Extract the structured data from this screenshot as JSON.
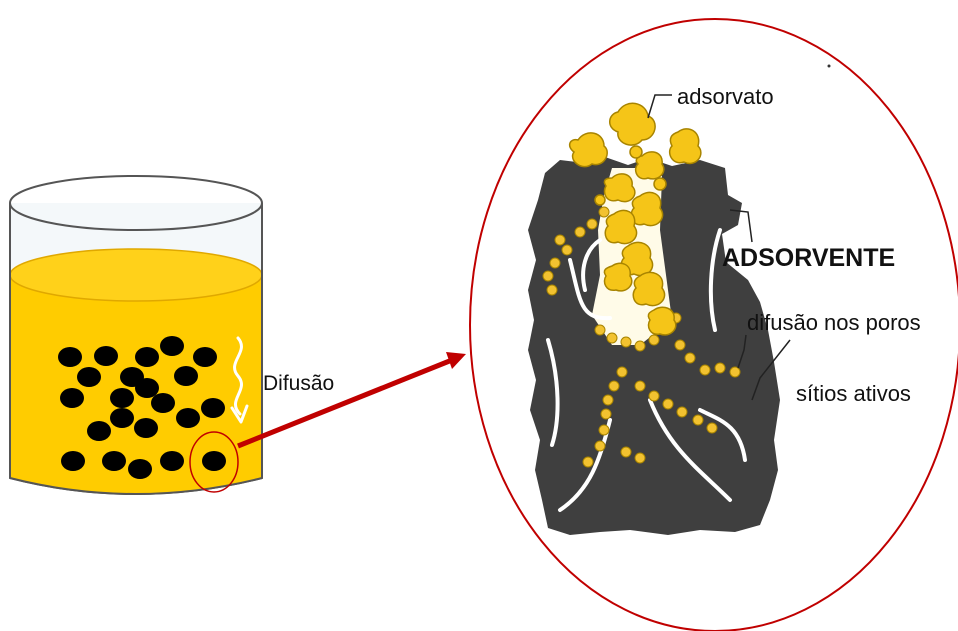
{
  "labels": {
    "diffusion": "Difusão",
    "adsorbate": "adsorvato",
    "adsorbent": "ADSORVENTE",
    "pore_diffusion": "difusão nos poros",
    "active_sites": "sítios ativos"
  },
  "colors": {
    "liquid": "#FFCC00",
    "liquid_dark": "#E6B000",
    "beaker_outline": "#555555",
    "particle": "#000000",
    "arrow": "#C00000",
    "circle": "#C00000",
    "solid": "#3F3F3F",
    "adsorbate_fill": "#F2C230",
    "adsorbate_stroke": "#A88400",
    "pore": "#FFFFFF"
  },
  "icons": {
    "diffusion_arrow": "wavy-arrow-icon",
    "zoom_arrow": "red-arrow-icon"
  }
}
